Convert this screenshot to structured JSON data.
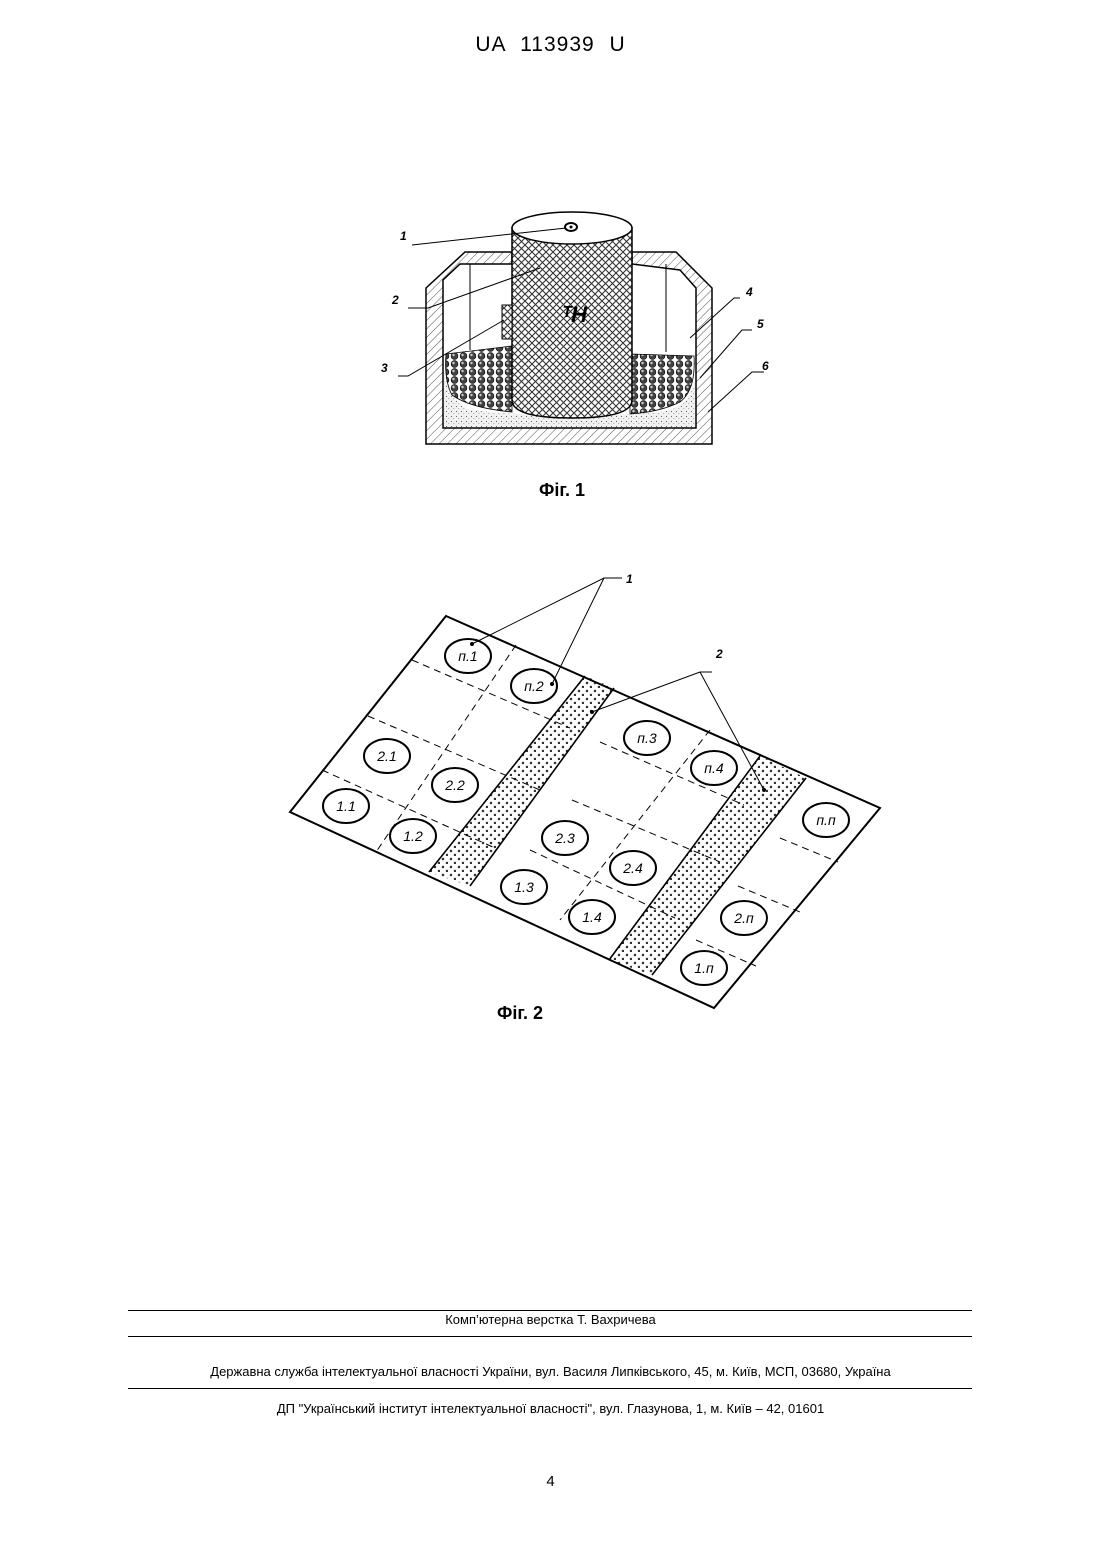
{
  "header": {
    "doc_id": "UA   113939   U"
  },
  "figures": {
    "fig1": {
      "caption": "Фіг. 1",
      "labels": [
        "1",
        "2",
        "3",
        "4",
        "5",
        "6"
      ],
      "cylinder_mark": "ᵀH"
    },
    "fig2": {
      "caption": "Фіг. 2",
      "labels": [
        "1",
        "2"
      ],
      "cells": [
        "п.1",
        "п.2",
        "п.3",
        "п.4",
        "п.п",
        "2.1",
        "2.2",
        "2.3",
        "2.4",
        "2.п",
        "1.1",
        "1.2",
        "1.3",
        "1.4",
        "1.п"
      ]
    }
  },
  "footer": {
    "typesetting": "Комп’ютерна верстка Т. Вахричева",
    "agency": "Державна служба інтелектуальної власності України, вул. Василя Липківського, 45, м. Київ, МСП, 03680, Україна",
    "institute": "ДП \"Український інститут інтелектуальної власності\", вул. Глазунова, 1, м. Київ – 42, 01601",
    "page_number": "4"
  }
}
